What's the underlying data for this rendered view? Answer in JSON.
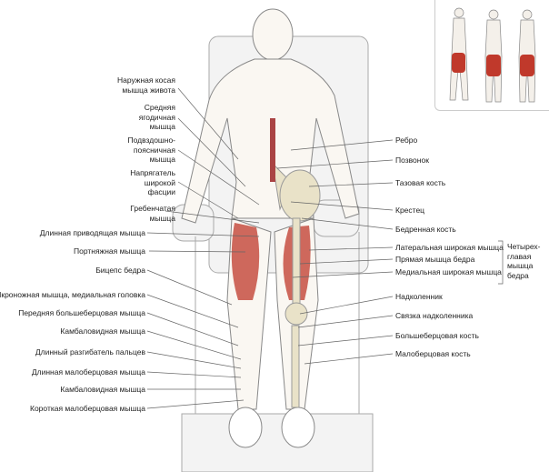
{
  "left_labels": {
    "external_oblique": [
      "Наружная косая",
      "мышца живота"
    ],
    "gluteus_medius": [
      "Средняя",
      "ягодичная",
      "мышца"
    ],
    "iliopsoas": [
      "Подвздошно-",
      "поясничная",
      "мышца"
    ],
    "tensor_fasciae": [
      "Напрягатель",
      "широкой",
      "фасции"
    ],
    "pectineus": [
      "Гребенчатая",
      "мышца"
    ],
    "adductor_longus": "Длинная приводящая мышца",
    "sartorius": "Портняжная мышца",
    "biceps_femoris": "Бицепс бедра",
    "gastrocnemius_medial": "Икроножная мышца, медиальная головка",
    "tibialis_anterior": "Передняя большеберцовая мышца",
    "soleus_1": "Камбаловидная мышца",
    "extensor_digitorum": "Длинный разгибатель пальцев",
    "peroneus_longus": "Длинная малоберцовая мышца",
    "soleus_2": "Камбаловидная мышца",
    "peroneus_brevis": "Короткая малоберцовая мышца"
  },
  "right_labels": {
    "rib": "Ребро",
    "vertebra": "Позвонок",
    "pelvis": "Тазовая кость",
    "sacrum": "Крестец",
    "femur": "Бедренная кость",
    "vastus_lateralis": "Латеральная широкая мышца",
    "rectus_femoris": "Прямая мышца бедра",
    "vastus_medialis": "Медиальная широкая мышца",
    "patella": "Надколенник",
    "patellar_ligament": "Связка надколенника",
    "tibia": "Большеберцовая кость",
    "fibula": "Малоберцовая кость"
  },
  "group_label": [
    "Четырех-",
    "главая",
    "мышца",
    "бедра"
  ],
  "colors": {
    "muscle": "#c0392b",
    "line": "#555555",
    "bone": "#e9e2c8"
  }
}
